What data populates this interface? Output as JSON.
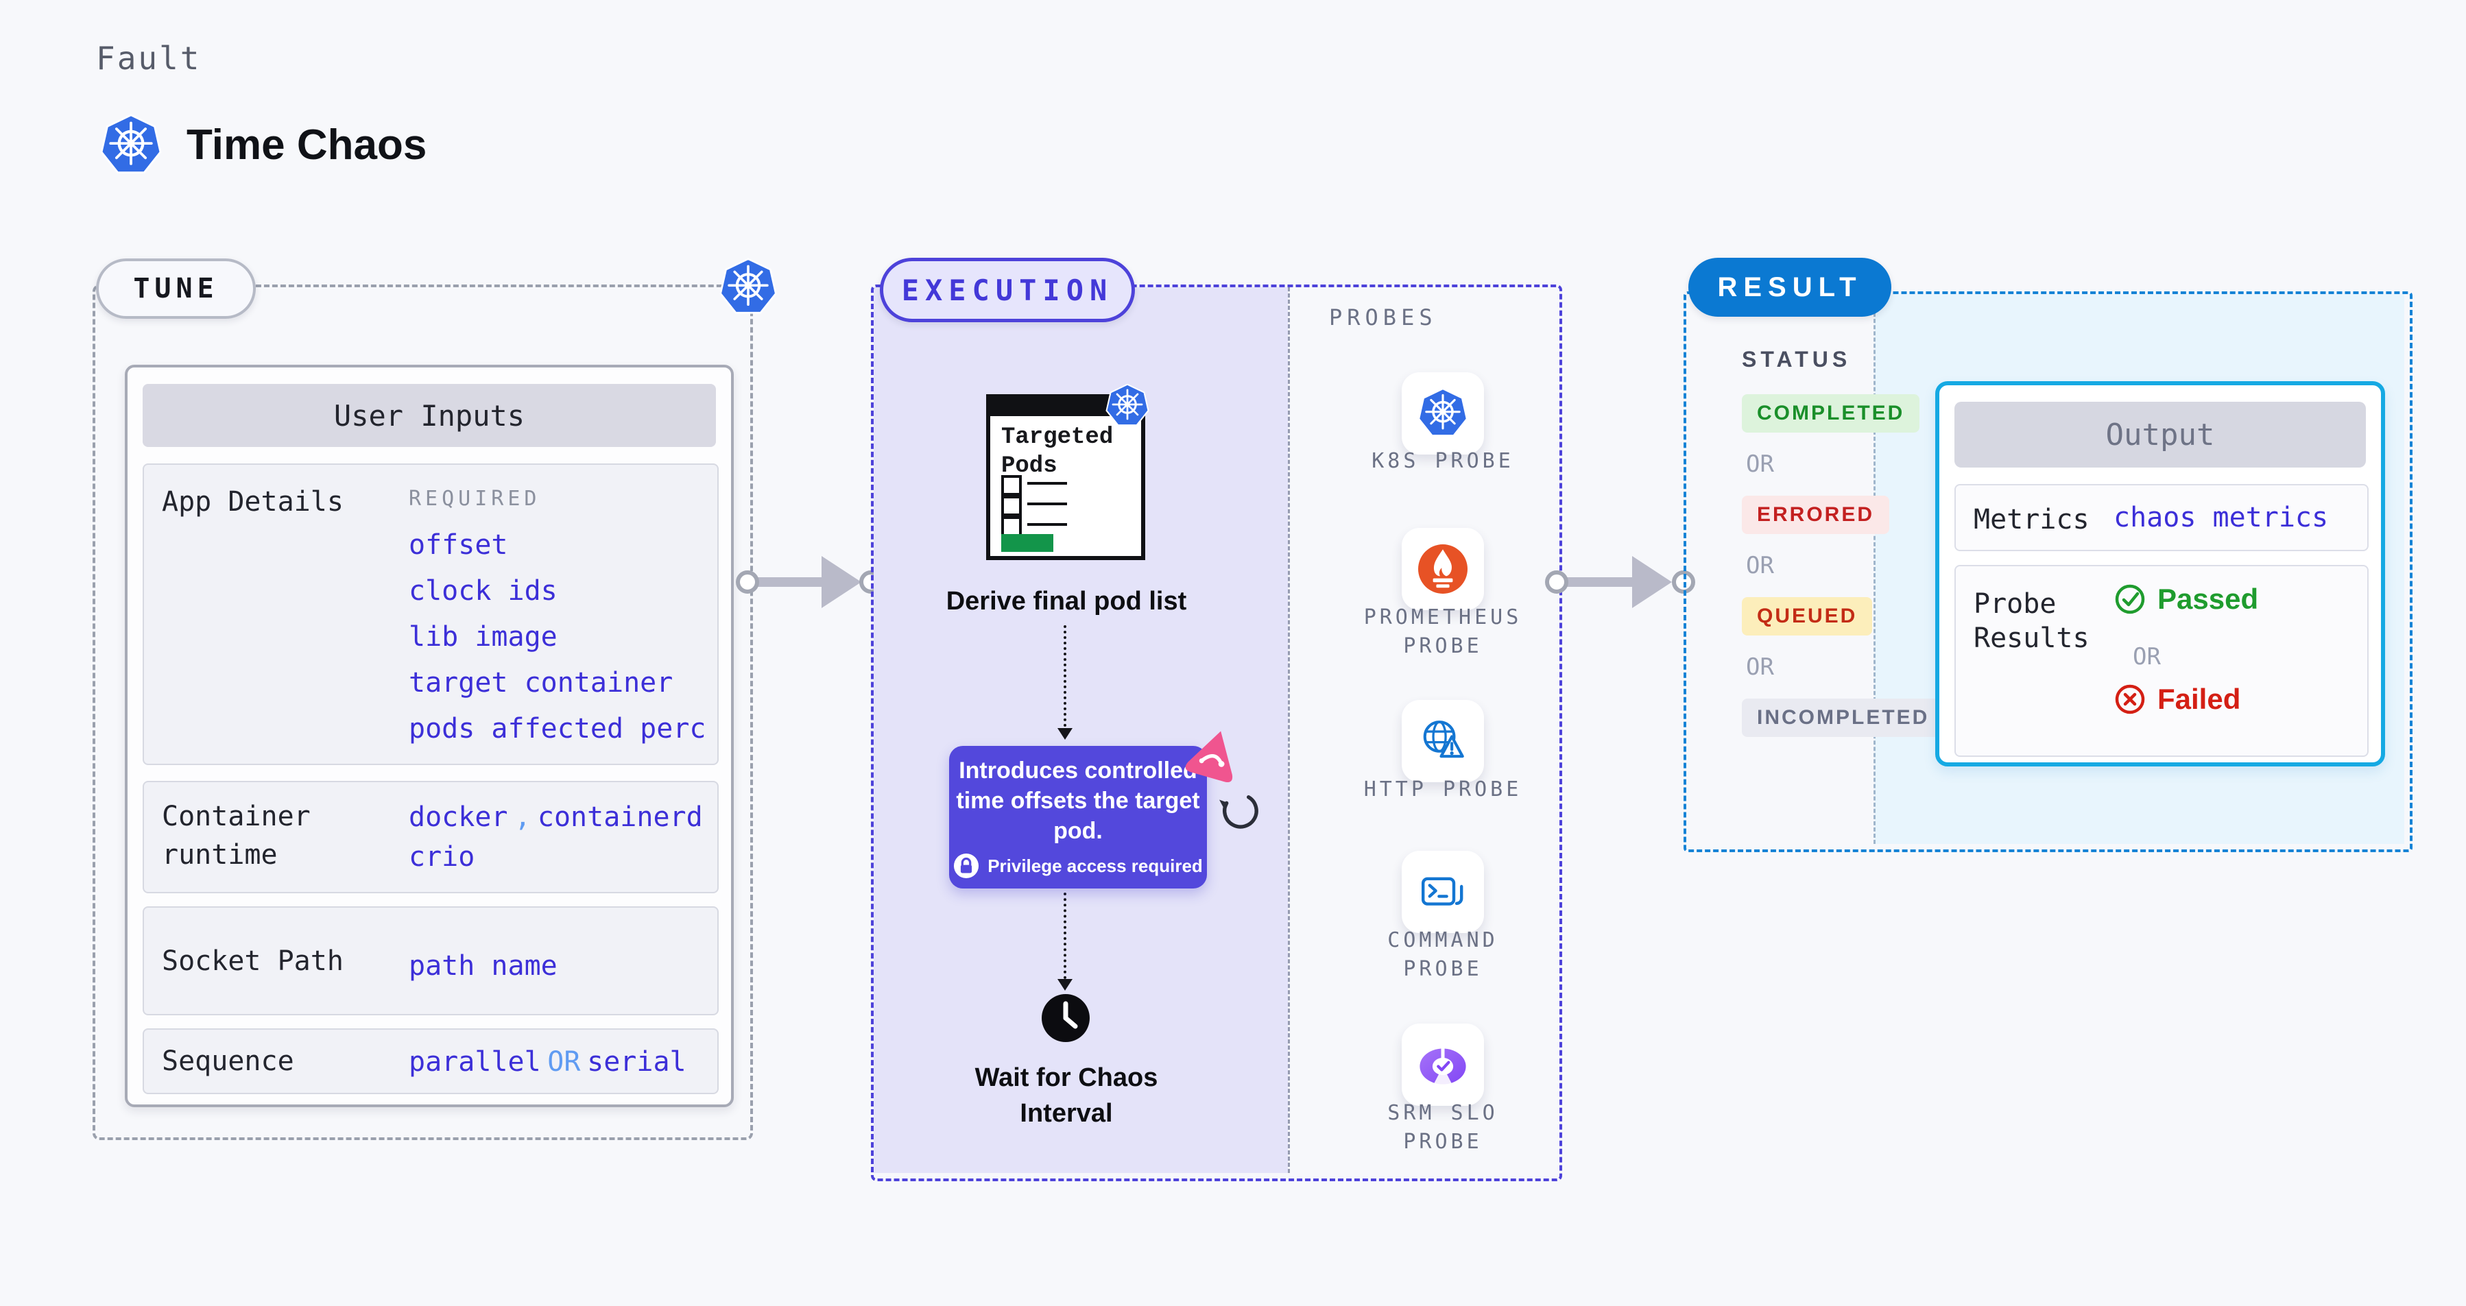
{
  "header": {
    "kicker": "Fault",
    "title": "Time Chaos"
  },
  "tune": {
    "label": "TUNE",
    "panel_title": "User Inputs",
    "app_details": {
      "label": "App Details",
      "tag": "REQUIRED",
      "values": [
        "offset",
        "clock ids",
        "lib image",
        "target container",
        "pods affected perc"
      ]
    },
    "container_runtime": {
      "label": "Container runtime",
      "value1": "docker",
      "sep": ",",
      "value2": "containerd",
      "value3": "crio"
    },
    "socket_path": {
      "label": "Socket Path",
      "value": "path name"
    },
    "sequence": {
      "label": "Sequence",
      "value1": "parallel",
      "or": "OR",
      "value2": "serial"
    }
  },
  "execution": {
    "label": "EXECUTION",
    "pod_window_title": "Targeted Pods",
    "derive_label": "Derive final pod list",
    "tooltip": {
      "text": "Introduces controlled time offsets the target pod.",
      "note": "Privilege access required"
    },
    "wait_line1": "Wait for Chaos",
    "wait_line2": "Interval",
    "probes": {
      "label": "PROBES",
      "items": [
        {
          "name": "K8S PROBE",
          "icon": "kubernetes-icon"
        },
        {
          "name": "PROMETHEUS PROBE",
          "icon": "prometheus-icon"
        },
        {
          "name": "HTTP PROBE",
          "icon": "http-globe-warning-icon"
        },
        {
          "name": "COMMAND PROBE",
          "icon": "terminal-icon"
        },
        {
          "name": "SRM SLO PROBE",
          "icon": "slo-pie-check-icon"
        }
      ]
    }
  },
  "result": {
    "label": "RESULT",
    "status": {
      "label": "STATUS",
      "completed": "COMPLETED",
      "or1": "OR",
      "errored": "ERRORED",
      "or2": "OR",
      "queued": "QUEUED",
      "or3": "OR",
      "incompleted": "INCOMPLETED"
    },
    "output": {
      "title": "Output",
      "metrics_label": "Metrics",
      "metrics_value": "chaos metrics",
      "probe_results_label": "Probe Results",
      "passed": "Passed",
      "or": "OR",
      "failed": "Failed"
    }
  },
  "colors": {
    "kubernetes_blue": "#326ce5",
    "execution_indigo": "#4d42da",
    "value_indigo": "#3c2fd8",
    "accent_light_blue": "#5f9bf2",
    "result_blue": "#0b79d2",
    "output_cyan": "#15a9e3",
    "tooltip_purple": "#5348dc",
    "chaos_pink": "#f0558f",
    "passed_green": "#1f9c2e",
    "failed_red": "#d41f14",
    "completed_green": "#1a8f2a",
    "errored_red": "#c32020",
    "queued_amber_bg": "#fceebb",
    "prometheus_orange": "#e75225"
  }
}
